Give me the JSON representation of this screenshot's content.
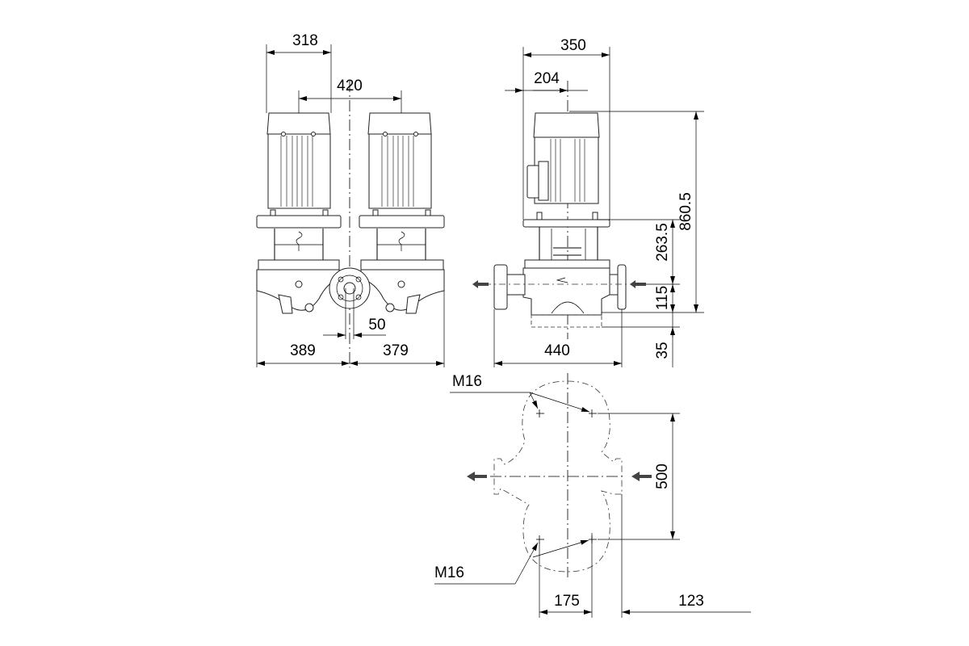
{
  "drawing": {
    "front_view": {
      "motor_width": "318",
      "motor_spacing": "420",
      "flange_size": "50",
      "left_extent": "389",
      "right_extent": "379"
    },
    "side_view": {
      "overall_width": "350",
      "terminal_box_offset": "204",
      "total_height": "860.5",
      "coupling_height": "263.5",
      "port_height": "115",
      "foot_height": "35",
      "port_to_port": "440"
    },
    "plan_view": {
      "bolt_label_top": "M16",
      "bolt_label_bottom": "M16",
      "bolt_spacing_long": "500",
      "bolt_spacing_short": "175",
      "bolt_to_flange": "123"
    }
  }
}
